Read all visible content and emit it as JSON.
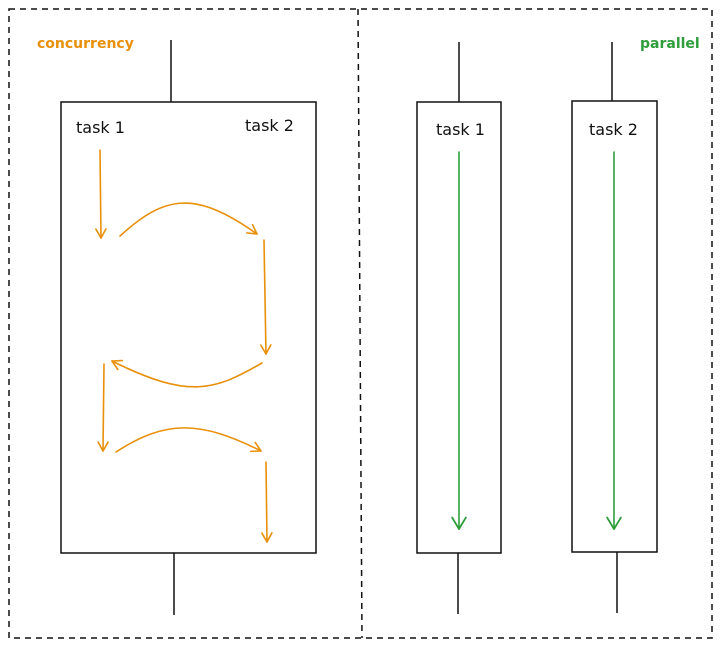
{
  "concurrency": {
    "title": "concurrency",
    "task1_label": "task 1",
    "task2_label": "task 2",
    "color": "#e8900a"
  },
  "parallel": {
    "title": "parallel",
    "task1_label": "task 1",
    "task2_label": "task 2",
    "color": "#2e9e3a"
  },
  "colors": {
    "stroke": "#111111",
    "background": "#ffffff"
  }
}
